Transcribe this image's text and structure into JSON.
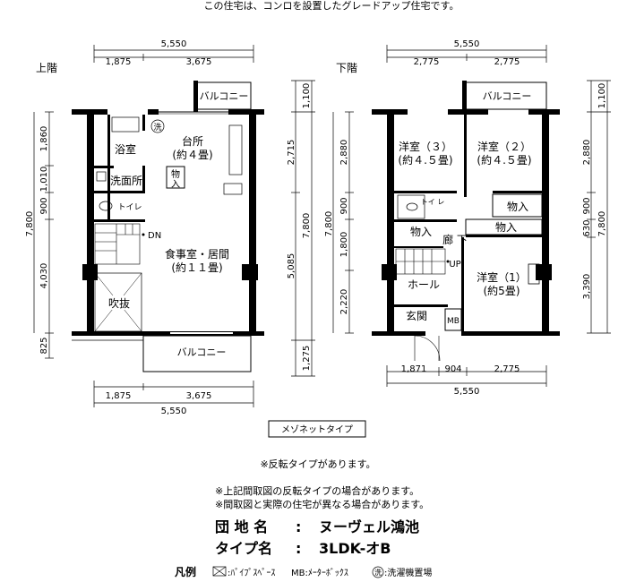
{
  "header": {
    "note": "この住宅は、コンロを設置したグレードアップ住宅です。"
  },
  "upper": {
    "title": "上階",
    "rooms": {
      "bath": "浴室",
      "washlet": "洗",
      "kitchen": "台所",
      "kitchen_size": "(約４畳)",
      "storage": "物",
      "storage2": "入",
      "washroom": "洗面所",
      "toilet": "トイレ",
      "dn": "DN",
      "living": "食事室・居間",
      "living_size": "(約１１畳)",
      "void": "吹抜",
      "balcony_top": "バルコニー",
      "balcony_bottom": "バルコニー"
    },
    "dims": {
      "top_total": "5,550",
      "top_left": "1,875",
      "top_right": "3,675",
      "bottom_left": "1,875",
      "bottom_right": "3,675",
      "bottom_total": "5,550",
      "left_1": "1,860",
      "left_2": "1,010",
      "left_3": "900",
      "left_4": "4,030",
      "left_5": "825",
      "left_total": "7,800",
      "right_1": "1,100",
      "right_2": "2,715",
      "right_3": "5,085",
      "right_4": "1,275",
      "right_total": "7,800"
    }
  },
  "lower": {
    "title": "下階",
    "rooms": {
      "balcony": "バルコニー",
      "western3": "洋室（３）",
      "western3_size": "(約４.５畳)",
      "western2": "洋室（２）",
      "western2_size": "(約４.５畳)",
      "toilet": "トイ\nレ",
      "closet_a": "物入",
      "closet_b": "物入",
      "closet_c": "物入",
      "hall": "ホール",
      "corridor": "廊\n下",
      "up": "UP",
      "western1": "洋室（1）",
      "western1_size": "(約5畳)",
      "entrance": "玄関",
      "mb": "MB"
    },
    "dims": {
      "top_total": "5,550",
      "top_left": "2,775",
      "top_right": "2,775",
      "bottom_1": "1,871",
      "bottom_2": "904",
      "bottom_3": "2,775",
      "bottom_total": "5,550",
      "left_1": "2,880",
      "left_2": "900",
      "left_3": "1,800",
      "left_4": "2,220",
      "left_total": "7,800",
      "right_1": "1,100",
      "right_2": "2,880",
      "right_3": "900",
      "right_4": "630",
      "right_5": "3,390",
      "right_total": "7,800"
    }
  },
  "maisonette": "メゾネットタイプ",
  "reverse_note": "※反転タイプがあります。",
  "notes": [
    "※上記間取図の反転タイプの場合があります。",
    "※間取図と実際の住宅が異なる場合があります。"
  ],
  "info": {
    "estate_label": "団 地 名",
    "estate_value": "ヌーヴェル鴻池",
    "type_label": "タイプ名",
    "type_value": "3LDK-オB",
    "colon": ":"
  },
  "legend": {
    "title": "凡例",
    "pipe": ":ﾊﾟｲﾌﾟｽﾍﾟｰｽ",
    "mb": "MB:ﾒｰﾀｰﾎﾞｯｸｽ",
    "wash_icon": "洗",
    "wash": ":洗濯機置場"
  }
}
